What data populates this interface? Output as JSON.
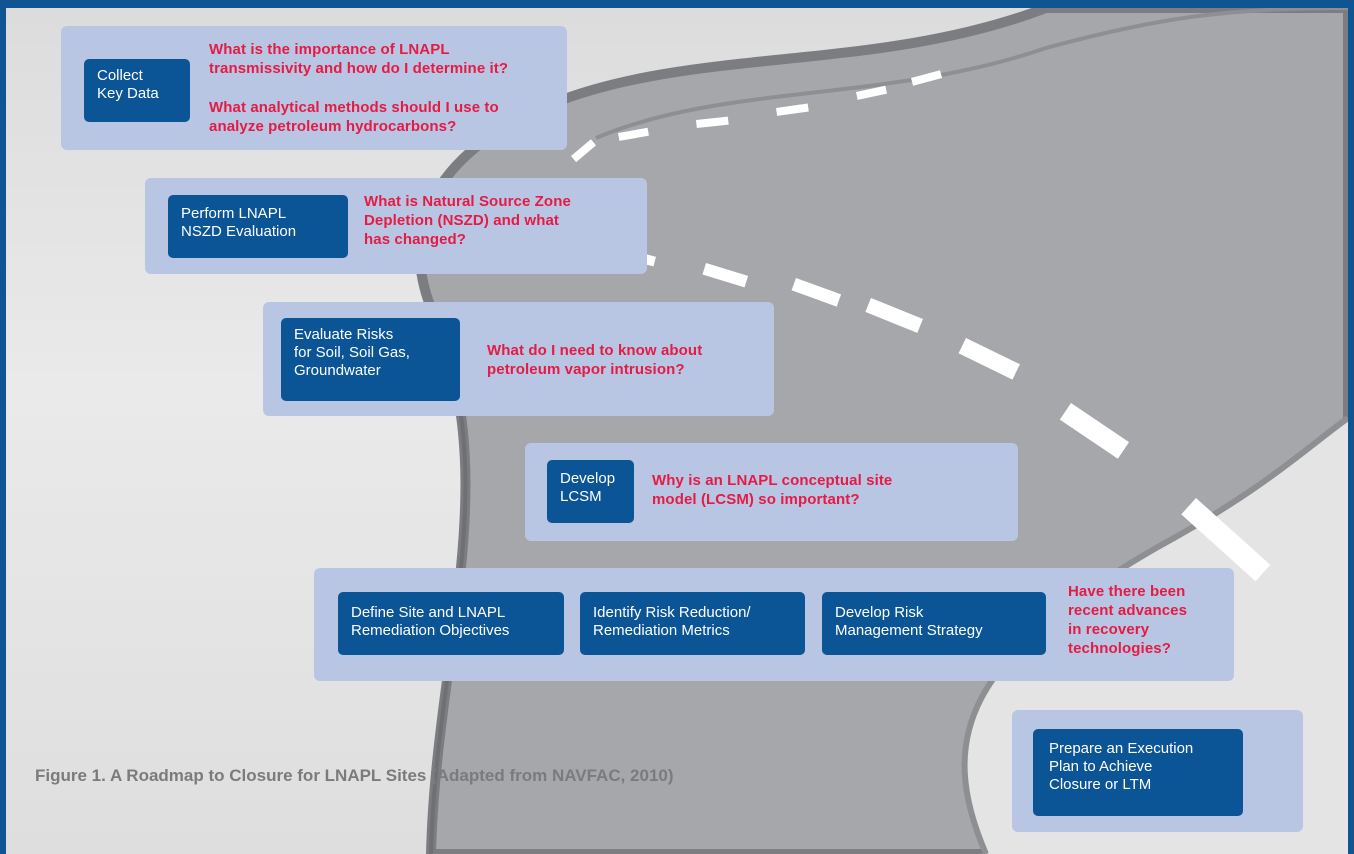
{
  "figure": {
    "caption": "Figure 1.  A Roadmap to Closure for LNAPL Sites (Adapted from NAVFAC, 2010)"
  },
  "colors": {
    "frame": "#0e5592",
    "panel": "#b9c6e3",
    "step_box": "#0b5596",
    "question_text": "#e41b45",
    "road": "#a6a7aa",
    "road_edge": "#7c7d80",
    "lane_marking": "#ffffff"
  },
  "stages": [
    {
      "step": [
        "Collect",
        "Key Data"
      ],
      "questions": [
        [
          "What is the importance of LNAPL",
          "transmissivity and how do I determine it?"
        ],
        [
          "What analytical methods should I use to",
          "analyze petroleum hydrocarbons?"
        ]
      ]
    },
    {
      "step": [
        "Perform LNAPL",
        "NSZD Evaluation"
      ],
      "questions": [
        [
          "What is Natural Source Zone",
          "Depletion (NSZD) and what",
          "has changed?"
        ]
      ]
    },
    {
      "step": [
        "Evaluate Risks",
        "for Soil, Soil Gas,",
        "Groundwater"
      ],
      "questions": [
        [
          "What do I need to know about",
          "petroleum vapor intrusion?"
        ]
      ]
    },
    {
      "step": [
        "Develop",
        "LCSM"
      ],
      "questions": [
        [
          "Why is an LNAPL conceptual site",
          "model (LCSM) so important?"
        ]
      ]
    },
    {
      "steps": [
        [
          "Define Site and LNAPL",
          "Remediation Objectives"
        ],
        [
          "Identify Risk Reduction/",
          "Remediation Metrics"
        ],
        [
          "Develop Risk",
          "Management Strategy"
        ]
      ],
      "questions": [
        [
          "Have there been",
          "recent advances",
          "in recovery",
          "technologies?"
        ]
      ]
    },
    {
      "step": [
        "Prepare an Execution",
        "Plan to Achieve",
        "Closure or LTM"
      ]
    }
  ]
}
